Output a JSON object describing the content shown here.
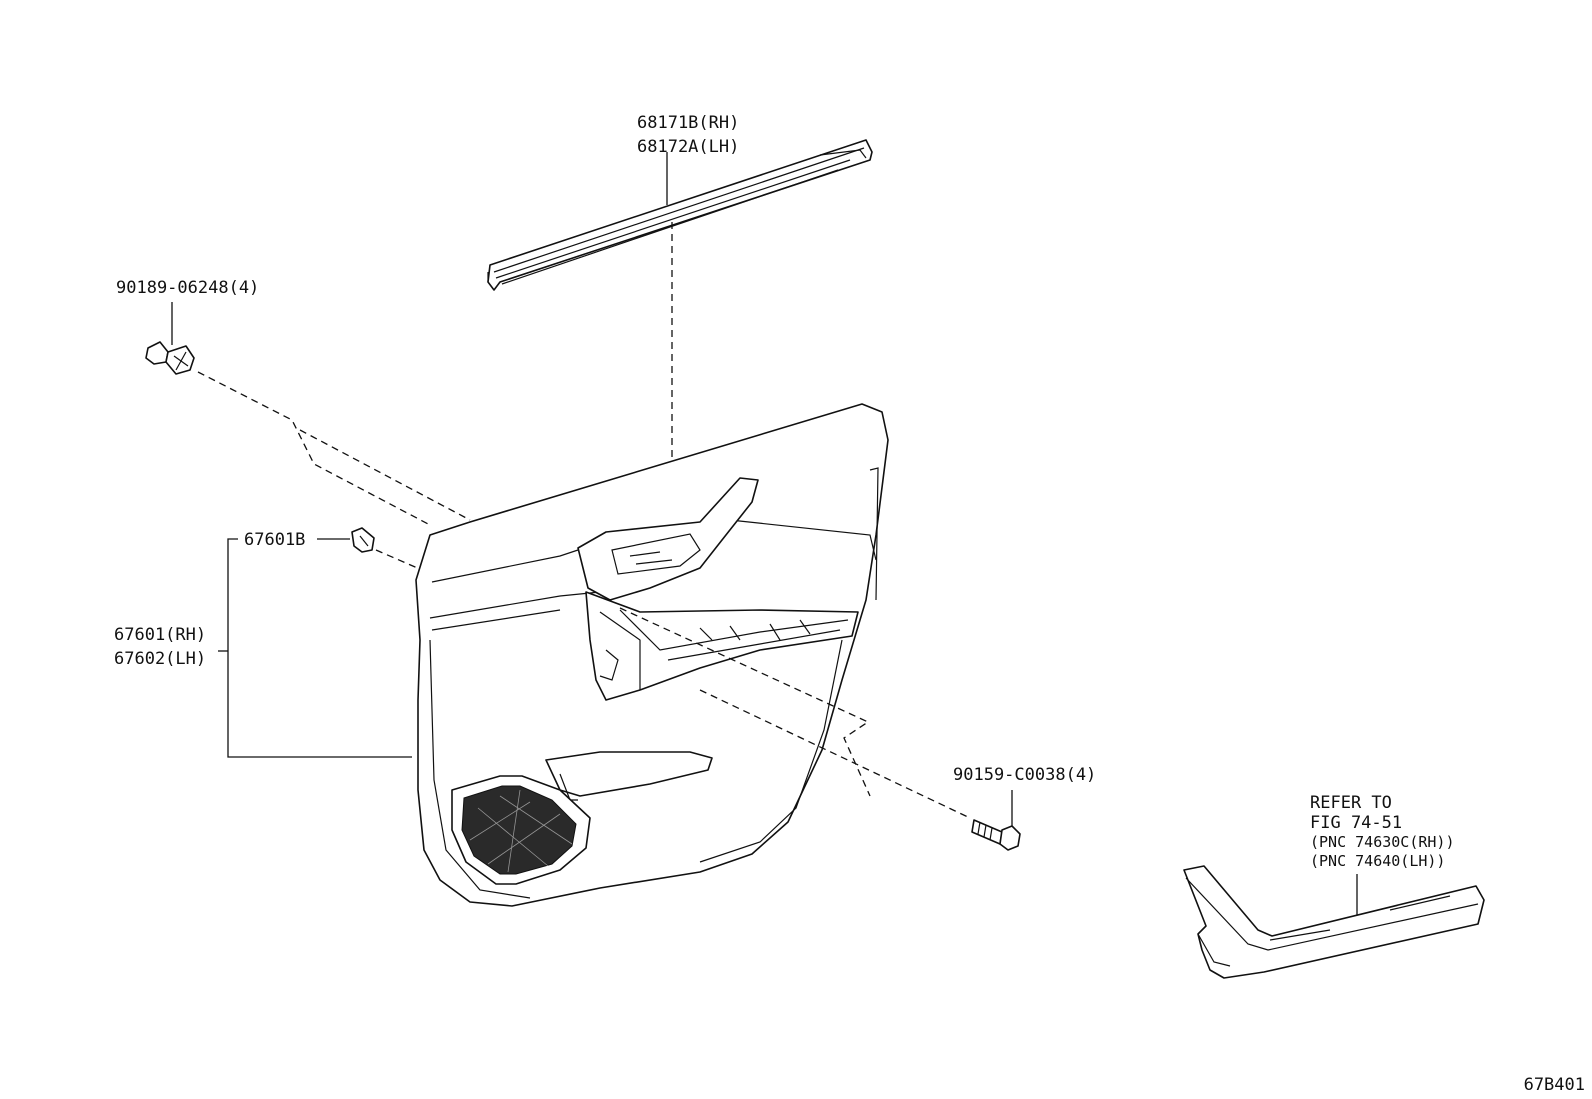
{
  "callouts": {
    "weatherstrip_rh": "68171B(RH)",
    "weatherstrip_lh": "68172A(LH)",
    "clip_top": "90189-06248(4)",
    "clip_side": "67601B",
    "panel_rh": "67601(RH)",
    "panel_lh": "67602(LH)",
    "screw": "90159-C0038(4)"
  },
  "reference": {
    "line1": "REFER TO",
    "line2": "FIG 74-51",
    "line3": "(PNC 74630C(RH))",
    "line4": "(PNC 74640(LH))"
  },
  "figure_code": "67B401"
}
